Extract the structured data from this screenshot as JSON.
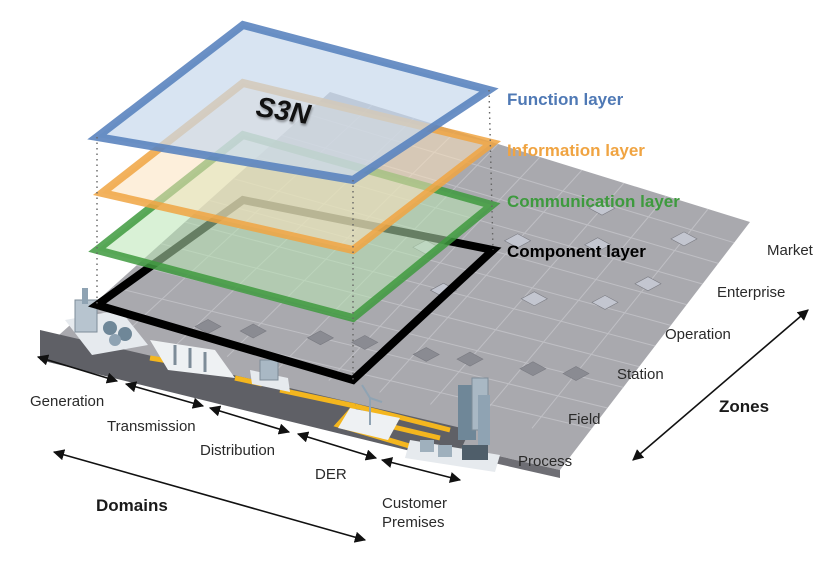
{
  "figure": {
    "title_badge": "S3N",
    "colors": {
      "function": "#4f79b5",
      "information": "#f0a442",
      "communication": "#3e9a3e",
      "component": "#000000",
      "platform": "#a8a8ad",
      "power_line": "#f4b61e"
    }
  },
  "layers": [
    {
      "id": "function",
      "label": "Function layer",
      "color": "#4f79b5"
    },
    {
      "id": "information",
      "label": "Information layer",
      "color": "#f0a442"
    },
    {
      "id": "communication",
      "label": "Communication layer",
      "color": "#3e9a3e"
    },
    {
      "id": "component",
      "label": "Component layer",
      "color": "#000000"
    }
  ],
  "zones": {
    "title": "Zones",
    "items": [
      "Market",
      "Enterprise",
      "Operation",
      "Station",
      "Field",
      "Process"
    ]
  },
  "domains": {
    "title": "Domains",
    "items": [
      "Generation",
      "Transmission",
      "Distribution",
      "DER",
      "Customer Premises"
    ],
    "customer_line1": "Customer",
    "customer_line2": "Premises"
  },
  "icons": {
    "platform": "smart-grid-plane",
    "generation": "power-plant-icon",
    "transmission": "substation-icon",
    "distribution": "transformer-icon",
    "der": "wind-turbine-icon",
    "customer": "buildings-icon"
  }
}
